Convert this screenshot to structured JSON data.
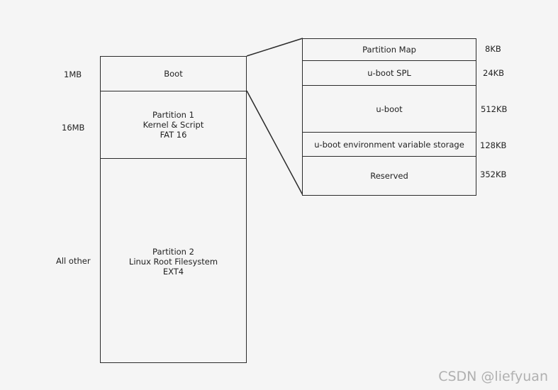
{
  "left_stack": {
    "boot": {
      "label": "Boot",
      "size": "1MB"
    },
    "partition1": {
      "line1": "Partition 1",
      "line2": "Kernel & Script",
      "line3": "FAT 16",
      "size": "16MB"
    },
    "partition2": {
      "line1": "Partition 2",
      "line2": "Linux Root Filesystem",
      "line3": "EXT4",
      "size": "All other"
    }
  },
  "boot_detail": [
    {
      "label": "Partition Map",
      "size": "8KB"
    },
    {
      "label": "u-boot SPL",
      "size": "24KB"
    },
    {
      "label": "u-boot",
      "size": "512KB"
    },
    {
      "label": "u-boot environment variable storage",
      "size": "128KB"
    },
    {
      "label": "Reserved",
      "size": "352KB"
    }
  ],
  "watermark": "CSDN @liefyuan",
  "colors": {
    "line": "#2b2b2b",
    "background": "#f5f5f5",
    "watermark": "#b0b0b0"
  }
}
